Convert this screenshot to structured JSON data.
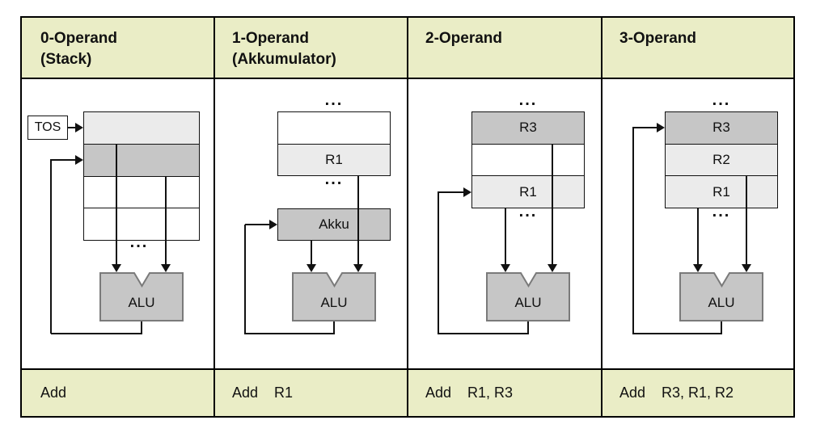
{
  "table": {
    "columns": [
      {
        "header": [
          "0-Operand",
          "(Stack)"
        ],
        "tos_label": "TOS",
        "ellipsis_bottom": "...",
        "alu_label": "ALU",
        "instruction": "Add"
      },
      {
        "header": [
          "1-Operand",
          "(Akkumulator)"
        ],
        "cells": [
          "",
          "R1"
        ],
        "akku_label": "Akku",
        "ellipsis_top": "...",
        "ellipsis_bottom": "...",
        "alu_label": "ALU",
        "instruction": "Add    R1"
      },
      {
        "header": [
          "2-Operand"
        ],
        "cells": [
          "R3",
          "",
          "R1"
        ],
        "ellipsis_top": "...",
        "ellipsis_bottom": "...",
        "alu_label": "ALU",
        "instruction": "Add    R1, R3"
      },
      {
        "header": [
          "3-Operand"
        ],
        "cells": [
          "R3",
          "R2",
          "R1"
        ],
        "ellipsis_top": "...",
        "ellipsis_bottom": "...",
        "alu_label": "ALU",
        "instruction": "Add    R3, R1, R2"
      }
    ],
    "colors": {
      "band_background": "#eaedc6",
      "light_cell": "#ebebeb",
      "dark_cell": "#c6c6c6",
      "alu_border": "#7a7a7a",
      "line": "#111111"
    }
  }
}
